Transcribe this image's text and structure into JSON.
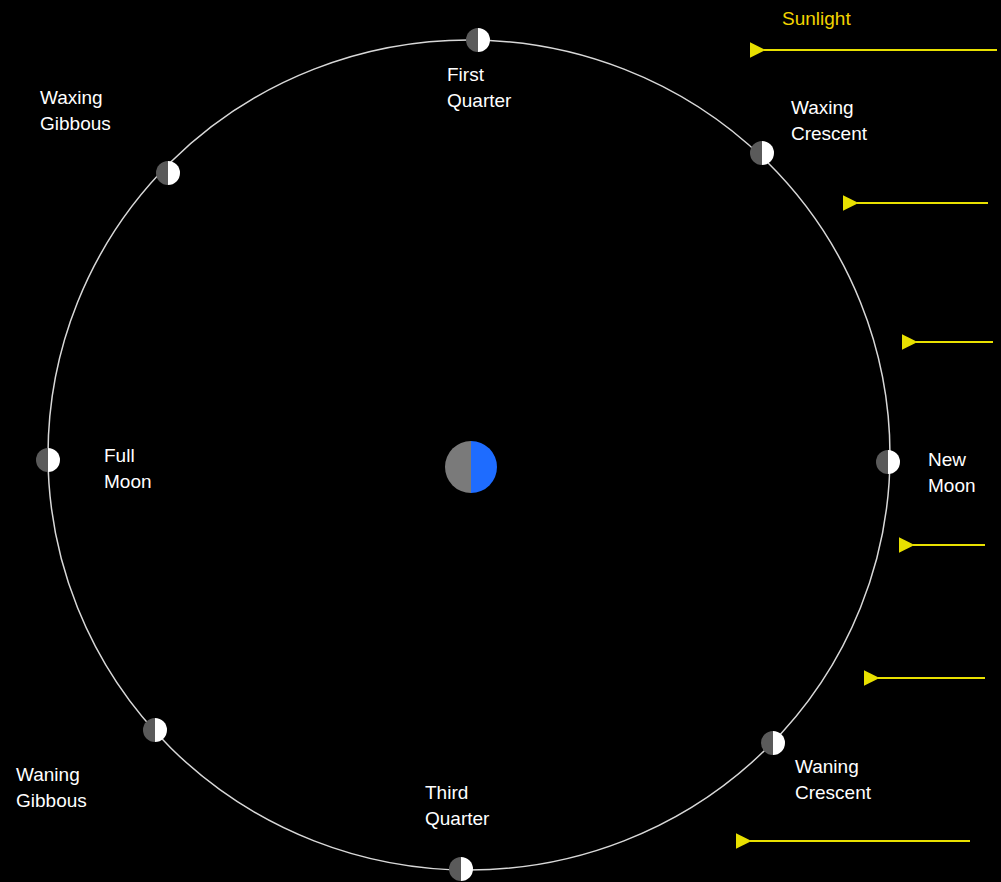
{
  "diagram": {
    "labels": [
      "Sunlight",
      "First Quarter",
      "Waxing Crescent",
      "Waxing Gibbous",
      "Full Moon",
      "New Moon",
      "Waning Gibbous",
      "Third Quarter",
      "Waning Crescent"
    ]
  }
}
